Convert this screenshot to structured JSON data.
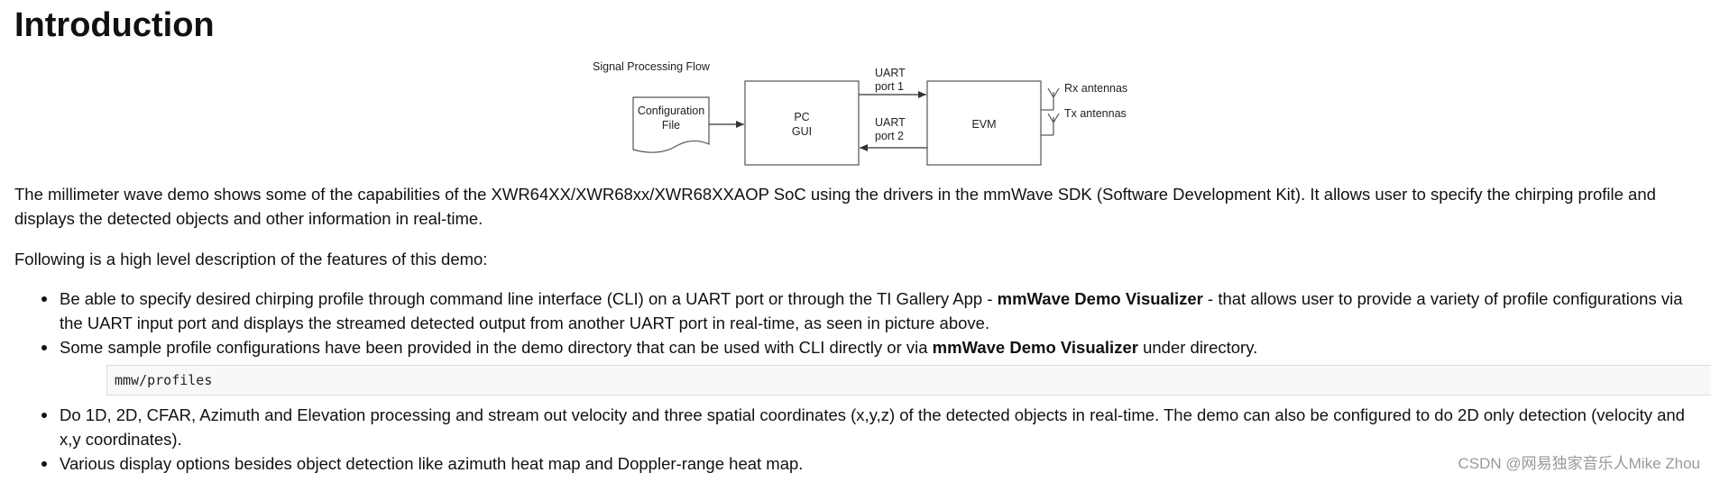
{
  "title": "Introduction",
  "figure": {
    "caption": "Signal Processing Flow",
    "config_file_line1": "Configuration",
    "config_file_line2": "File",
    "pc_gui_line1": "PC",
    "pc_gui_line2": "GUI",
    "evm": "EVM",
    "uart1_line1": "UART",
    "uart1_line2": "port 1",
    "uart2_line1": "UART",
    "uart2_line2": "port 2",
    "rx_antennas": "Rx antennas",
    "tx_antennas": "Tx antennas"
  },
  "paragraph1": "The millimeter wave demo shows some of the capabilities of the XWR64XX/XWR68xx/XWR68XXAOP SoC using the drivers in the mmWave SDK (Software Development Kit). It allows user to specify the chirping profile and displays the detected objects and other information in real-time.",
  "paragraph2": "Following is a high level description of the features of this demo:",
  "features": {
    "item1_before": "Be able to specify desired chirping profile through command line interface (CLI) on a UART port or through the TI Gallery App - ",
    "item1_bold": "mmWave Demo Visualizer",
    "item1_after": " - that allows user to provide a variety of profile configurations via the UART input port and displays the streamed detected output from another UART port in real-time, as seen in picture above.",
    "item2_before": "Some sample profile configurations have been provided in the demo directory that can be used with CLI directly or via ",
    "item2_bold": "mmWave Demo Visualizer",
    "item2_after": " under directory.",
    "code": "mmw/profiles",
    "item3": "Do 1D, 2D, CFAR, Azimuth and Elevation processing and stream out velocity and three spatial coordinates (x,y,z) of the detected objects in real-time. The demo can also be configured to do 2D only detection (velocity and x,y coordinates).",
    "item4": "Various display options besides object detection like azimuth heat map and Doppler-range heat map."
  },
  "watermark": "CSDN @网易独家音乐人Mike Zhou"
}
